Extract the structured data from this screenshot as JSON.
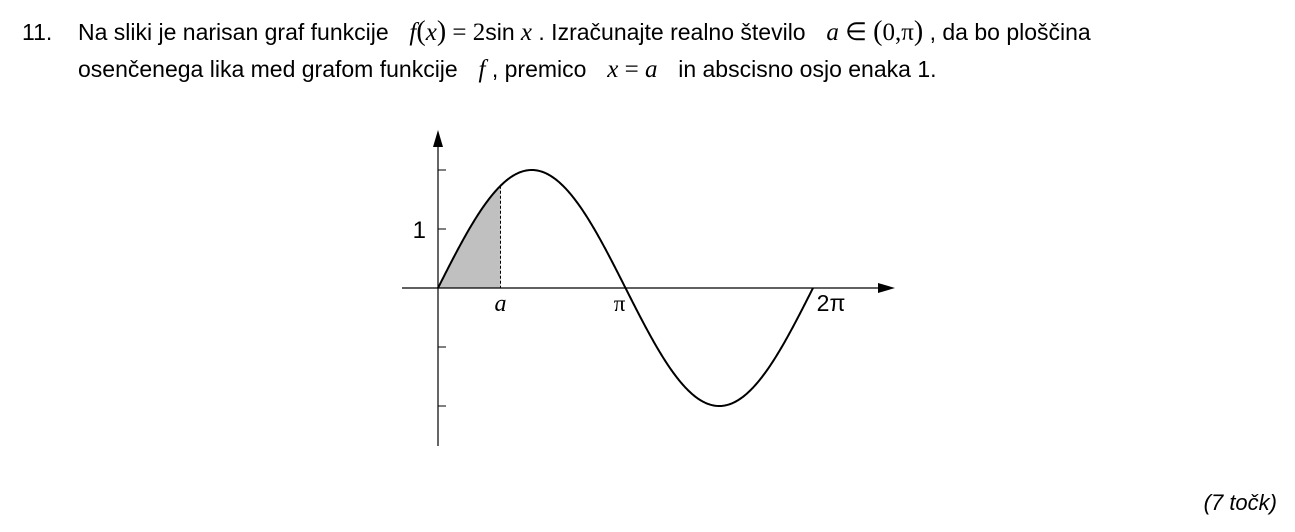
{
  "problem": {
    "number": "11.",
    "line1_a": "Na sliki je narisan graf funkcije",
    "fx_f": "f",
    "fx_open": "(",
    "fx_x": "x",
    "fx_close": ")",
    "fx_eq": " = 2",
    "fx_sin": "sin",
    "fx_x2": "x",
    "line1_b": ". Izračunajte realno število",
    "a_var": "a",
    "in_sym": " ∈ ",
    "int_open": "(",
    "int_content": "0,π",
    "int_close": ")",
    "line1_c": ", da bo ploščina",
    "line2_a": "osenčenega lika med grafom funkcije",
    "f_var": "f",
    "line2_b": ", premico",
    "eq_x": "x",
    "eq_sign": " = ",
    "eq_a": "a",
    "line2_c": "in abscisno osjo enaka 1."
  },
  "chart_data": {
    "type": "line",
    "function": "2 sin x",
    "x_range": [
      0,
      6.2832
    ],
    "y_range": [
      -2,
      2
    ],
    "shaded_region": {
      "from": 0,
      "to": 1.0472
    },
    "x_tick_labels": [
      "a",
      "π",
      "2π"
    ],
    "x_tick_values": [
      1.0472,
      3.1416,
      6.2832
    ],
    "y_tick_labels": [
      "1"
    ],
    "y_tick_values": [
      1
    ],
    "y_ticks_unlabeled": [
      2,
      -1,
      -2
    ],
    "colors": {
      "curve": "#000000",
      "fill": "#c0c0c0"
    }
  },
  "footer": {
    "points": "(7 točk)"
  }
}
